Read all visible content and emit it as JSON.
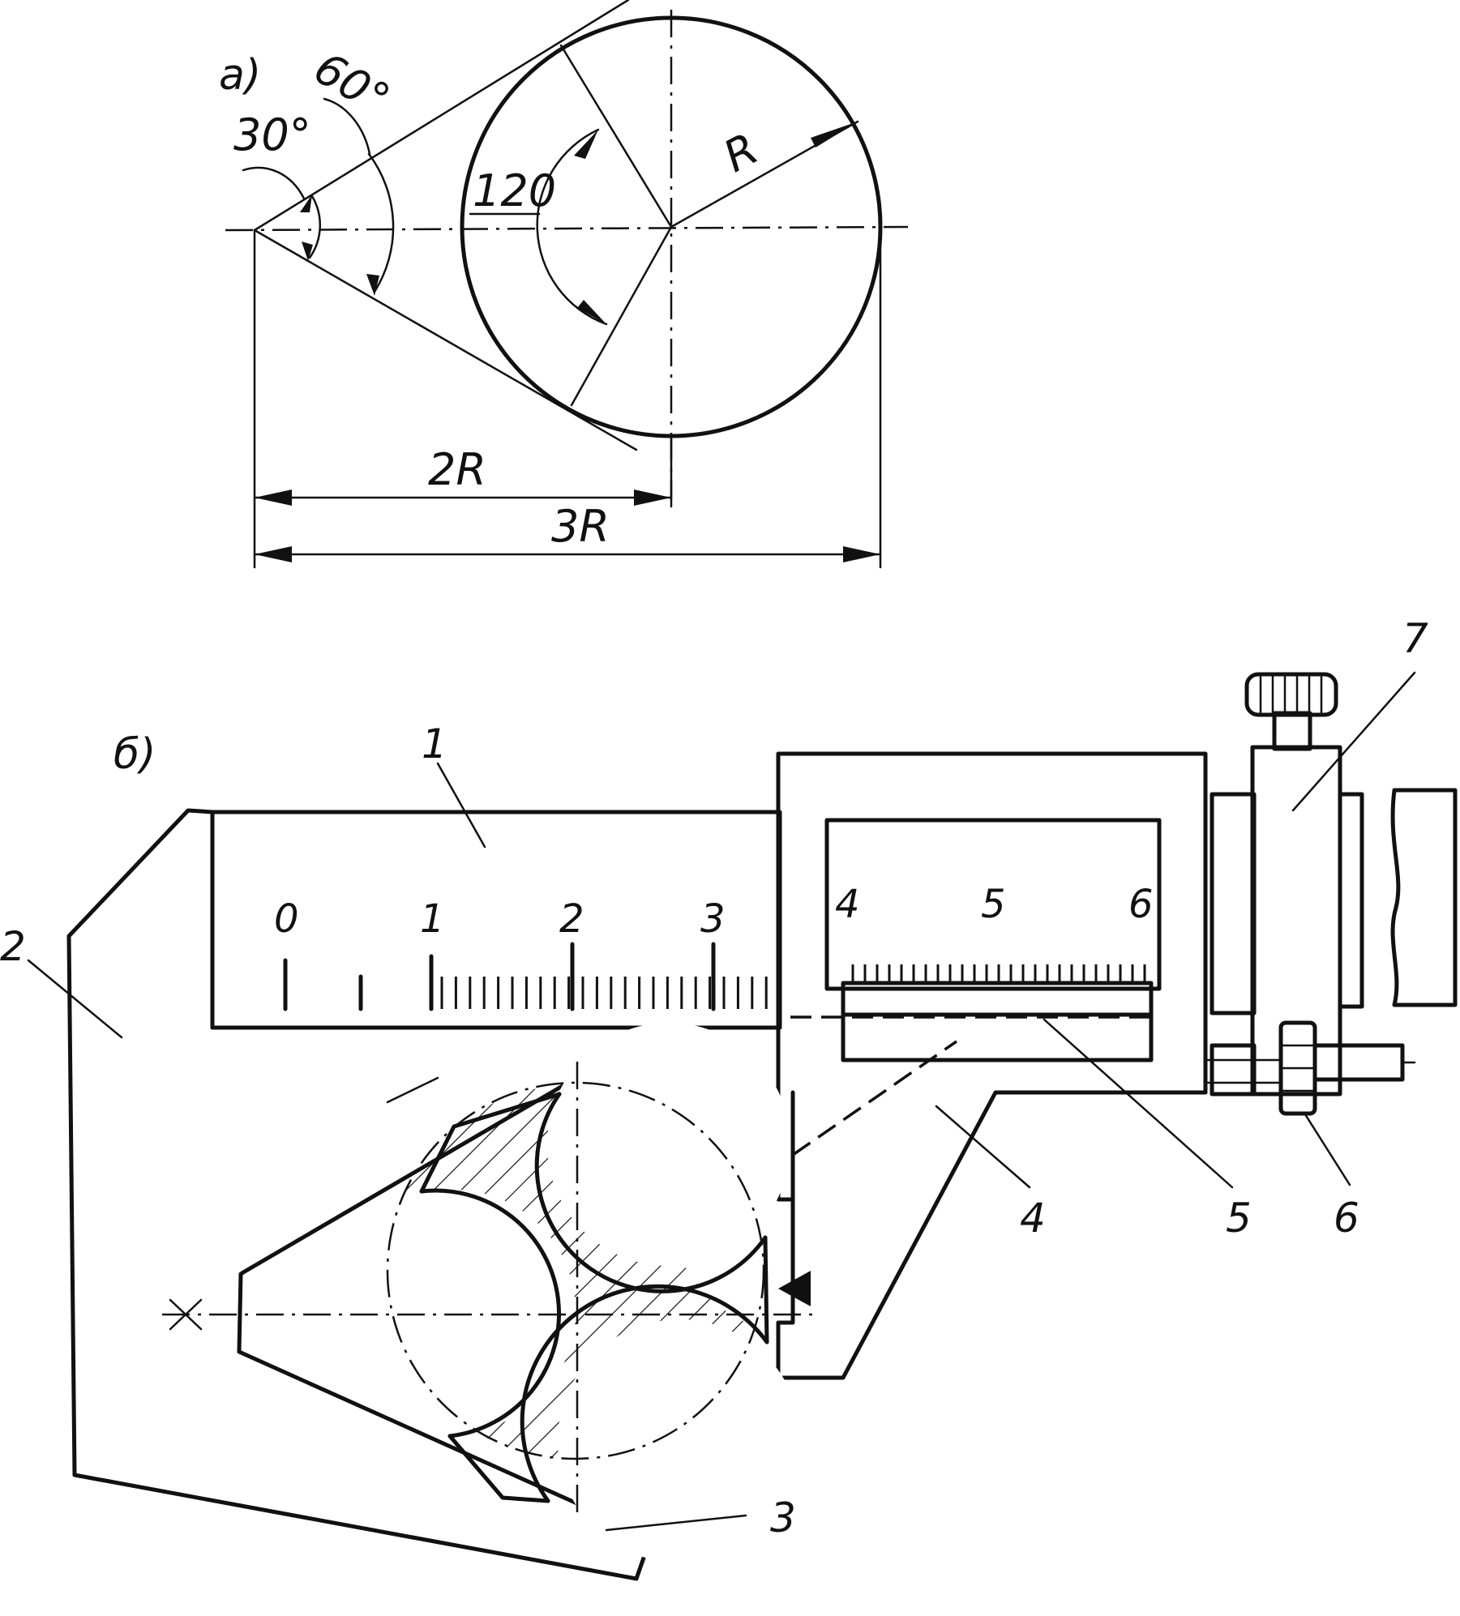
{
  "figure_a": {
    "label": "а)",
    "angle_30": "30°",
    "angle_60": "60°",
    "angle_120": "120",
    "radius": "R",
    "dim_2R": "2R",
    "dim_3R": "3R"
  },
  "figure_b": {
    "label": "б)",
    "parts": [
      "1",
      "2",
      "3",
      "4",
      "5",
      "6",
      "7"
    ],
    "main_scale": [
      "0",
      "1",
      "2",
      "3"
    ],
    "window_scale": [
      "4",
      "5",
      "6"
    ]
  }
}
